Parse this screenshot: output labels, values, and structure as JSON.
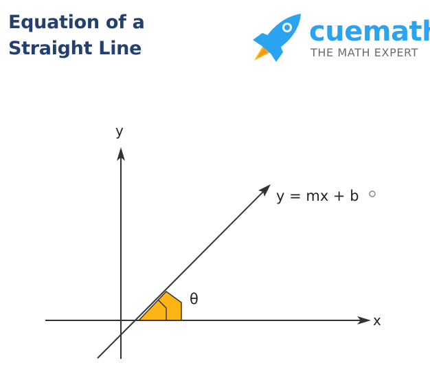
{
  "title": {
    "line1": "Equation of a",
    "line2": "Straight Line"
  },
  "logo": {
    "brand": "cuemath",
    "tagline": "THE MATH EXPERT",
    "icon": "rocket-icon",
    "colors": {
      "blue": "#2aa3f0",
      "orange": "#f7941d",
      "yellow": "#fdb913"
    }
  },
  "diagram": {
    "y_axis_label": "y",
    "x_axis_label": "x",
    "line_equation": "y = mx + b",
    "angle_label": "θ",
    "angle_fill": "#fdb515"
  }
}
